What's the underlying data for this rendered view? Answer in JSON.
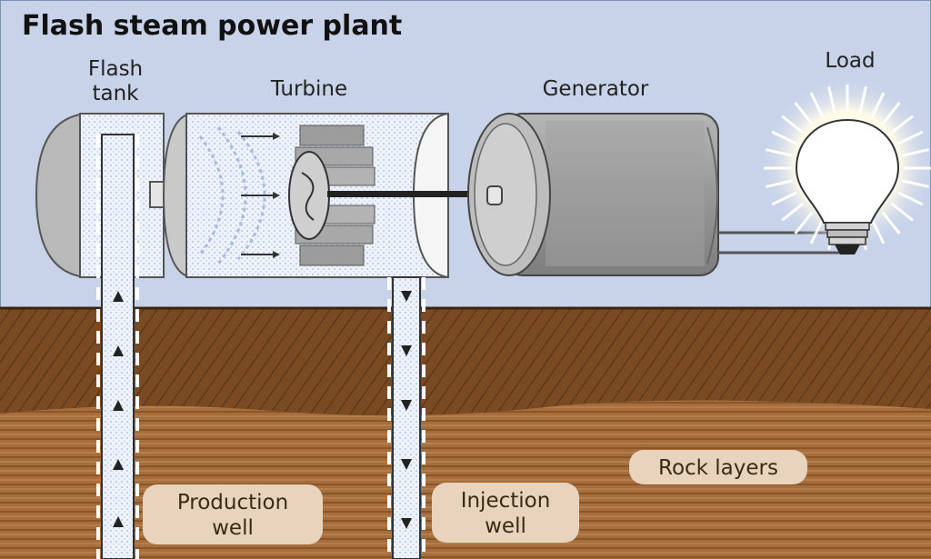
{
  "diagram": {
    "title": "Flash steam power plant",
    "labels": {
      "flash_tank_line1": "Flash",
      "flash_tank_line2": "tank",
      "turbine": "Turbine",
      "generator": "Generator",
      "load": "Load",
      "production_well_line1": "Production",
      "production_well_line2": "well",
      "injection_well_line1": "Injection",
      "injection_well_line2": "well",
      "rock_layers": "Rock layers"
    }
  },
  "colors": {
    "sky": "#c8d3ea",
    "soil_top": "#7a4a22",
    "soil_bottom": "#a06a3a",
    "metal_dark": "#8c8c8c",
    "metal_light": "#d6d6d6",
    "steam": "#e6eefc",
    "pill": "#e8d3bd",
    "bulb_glow": "#fffbe8"
  }
}
